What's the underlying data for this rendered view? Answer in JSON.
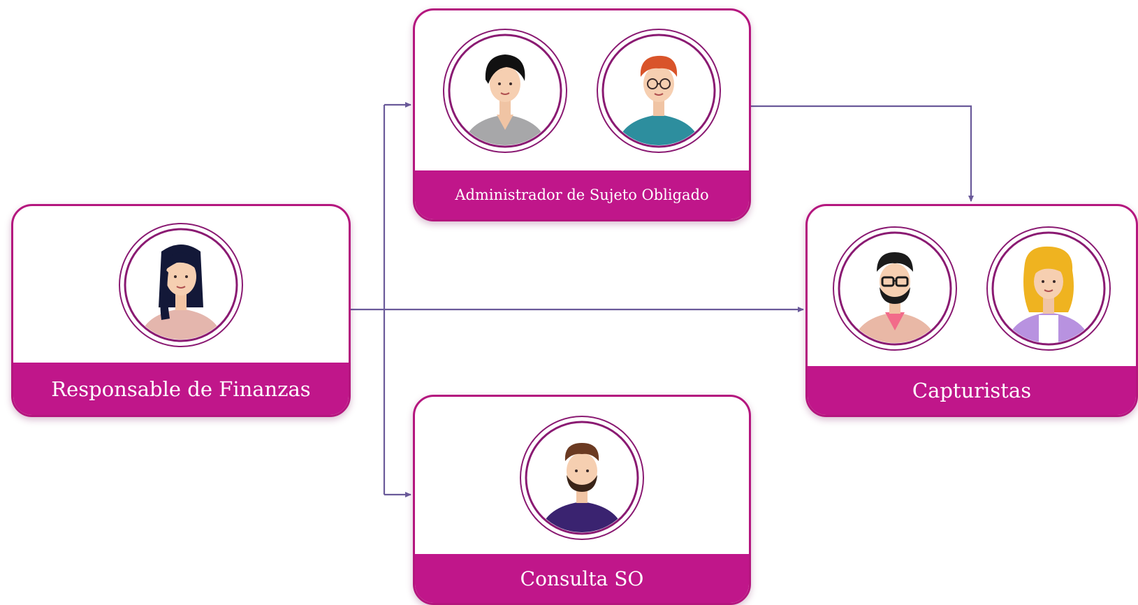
{
  "roles": {
    "responsable": {
      "label": "Responsable de Finanzas"
    },
    "administrador": {
      "label": "Administrador de Sujeto Obligado"
    },
    "consulta": {
      "label": "Consulta SO"
    },
    "capturistas": {
      "label": "Capturistas"
    }
  },
  "colors": {
    "brand_magenta": "#c0168a",
    "card_border": "#b4167e",
    "connector": "#6a5a9a",
    "avatar_ring": "#8a1a72"
  },
  "icons": {
    "responsable_avatars": [
      "woman-dark-hair-avatar-icon"
    ],
    "administrador_avatars": [
      "woman-short-black-hair-avatar-icon",
      "man-red-hair-glasses-avatar-icon"
    ],
    "consulta_avatars": [
      "man-beard-avatar-icon"
    ],
    "capturistas_avatars": [
      "man-glasses-beard-avatar-icon",
      "woman-blonde-hair-avatar-icon"
    ]
  }
}
